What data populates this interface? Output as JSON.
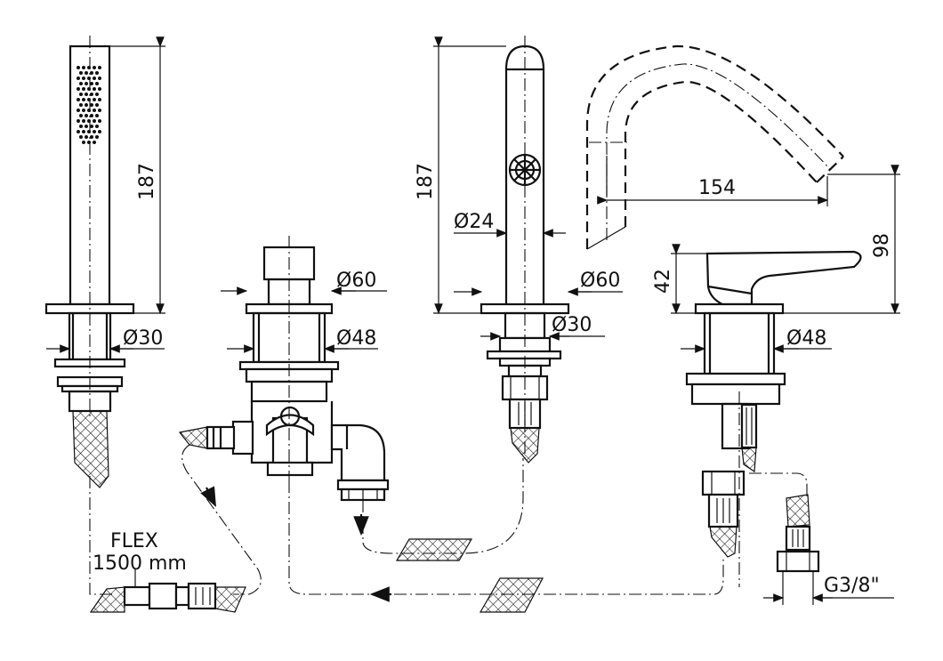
{
  "labels": {
    "hand_shower_height": "187",
    "hand_shower_base_dia": "Ø30",
    "diverter_top_dia": "Ø60",
    "diverter_body_dia": "Ø48",
    "spout_height": "187",
    "spout_dia": "Ø24",
    "spout_base_dia": "Ø60",
    "spout_shank_dia": "Ø30",
    "spout_reach": "154",
    "mixer_height": "98",
    "lever_height": "42",
    "mixer_body_dia": "Ø48",
    "flex_label": "FLEX",
    "flex_length": "1500 mm",
    "connection_thread": "G3/8\""
  },
  "icons": [
    "arrow-icon",
    "shower-head-icon",
    "aerator-icon"
  ]
}
